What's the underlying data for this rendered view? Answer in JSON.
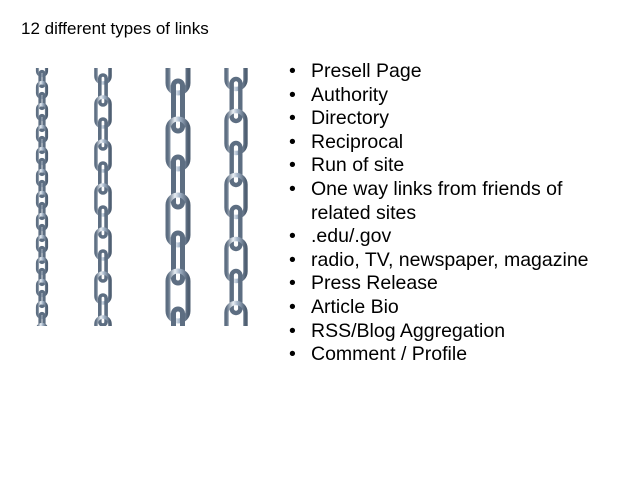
{
  "slide": {
    "title": "12 different types of links",
    "bullets": [
      "Presell Page",
      "Authority",
      "Directory",
      "Reciprocal",
      "Run of site",
      "One way links from friends of related sites",
      ".edu/.gov",
      "radio, TV, newspaper, magazine",
      "Press Release",
      "Article Bio",
      "RSS/Blog Aggregation",
      "Comment / Profile"
    ]
  },
  "figure": {
    "icon": "chains-image",
    "chain_color": "#9fb0c4",
    "chain_highlight": "#e8eef4",
    "chain_shadow": "#5d6e82"
  }
}
